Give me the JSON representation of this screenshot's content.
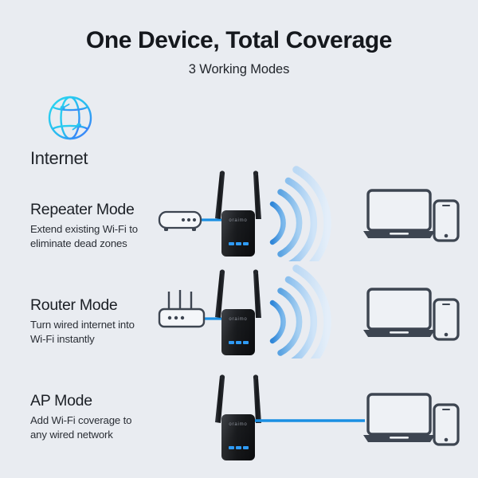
{
  "header": {
    "title": "One Device, Total Coverage",
    "subtitle": "3 Working Modes"
  },
  "internet": {
    "label": "Internet",
    "icon": "globe-icon"
  },
  "modes": [
    {
      "id": "repeater",
      "title": "Repeater Mode",
      "desc_line1": "Extend existing Wi-Fi to",
      "desc_line2": "eliminate dead zones",
      "source_device": "modem-icon",
      "source_connection": "ethernet-cable",
      "output_connection": "wifi-waves",
      "wifi_wave_count": 4,
      "client_devices": [
        "laptop-icon",
        "smartphone-icon"
      ]
    },
    {
      "id": "router",
      "title": "Router Mode",
      "desc_line1": "Turn wired internet into",
      "desc_line2": "Wi-Fi instantly",
      "source_device": "wifi-router-icon",
      "source_connection": "ethernet-cable",
      "output_connection": "wifi-waves",
      "wifi_wave_count": 4,
      "client_devices": [
        "laptop-icon",
        "smartphone-icon"
      ]
    },
    {
      "id": "ap",
      "title": "AP Mode",
      "desc_line1": "Add Wi-Fi coverage to",
      "desc_line2": "any wired network",
      "source_device": "none",
      "source_connection": "none",
      "output_connection": "ethernet-cable",
      "wifi_wave_count": 0,
      "client_devices": [
        "laptop-icon",
        "smartphone-icon"
      ]
    }
  ],
  "extender": {
    "brand_text": "oraimo",
    "antenna_count": 2,
    "led_count": 3
  },
  "colors": {
    "background": "#e9ecf1",
    "title_text": "#15181d",
    "body_text": "#2a2e35",
    "cable_blue": "#1a8fe3",
    "wifi_blue": "#4d9fe0",
    "device_slate": "#3d4551",
    "globe_cyan": "#2fd6f2",
    "globe_blue": "#3a7bfd",
    "extender_body": "#16181c",
    "led_blue": "#2f9bf5"
  }
}
